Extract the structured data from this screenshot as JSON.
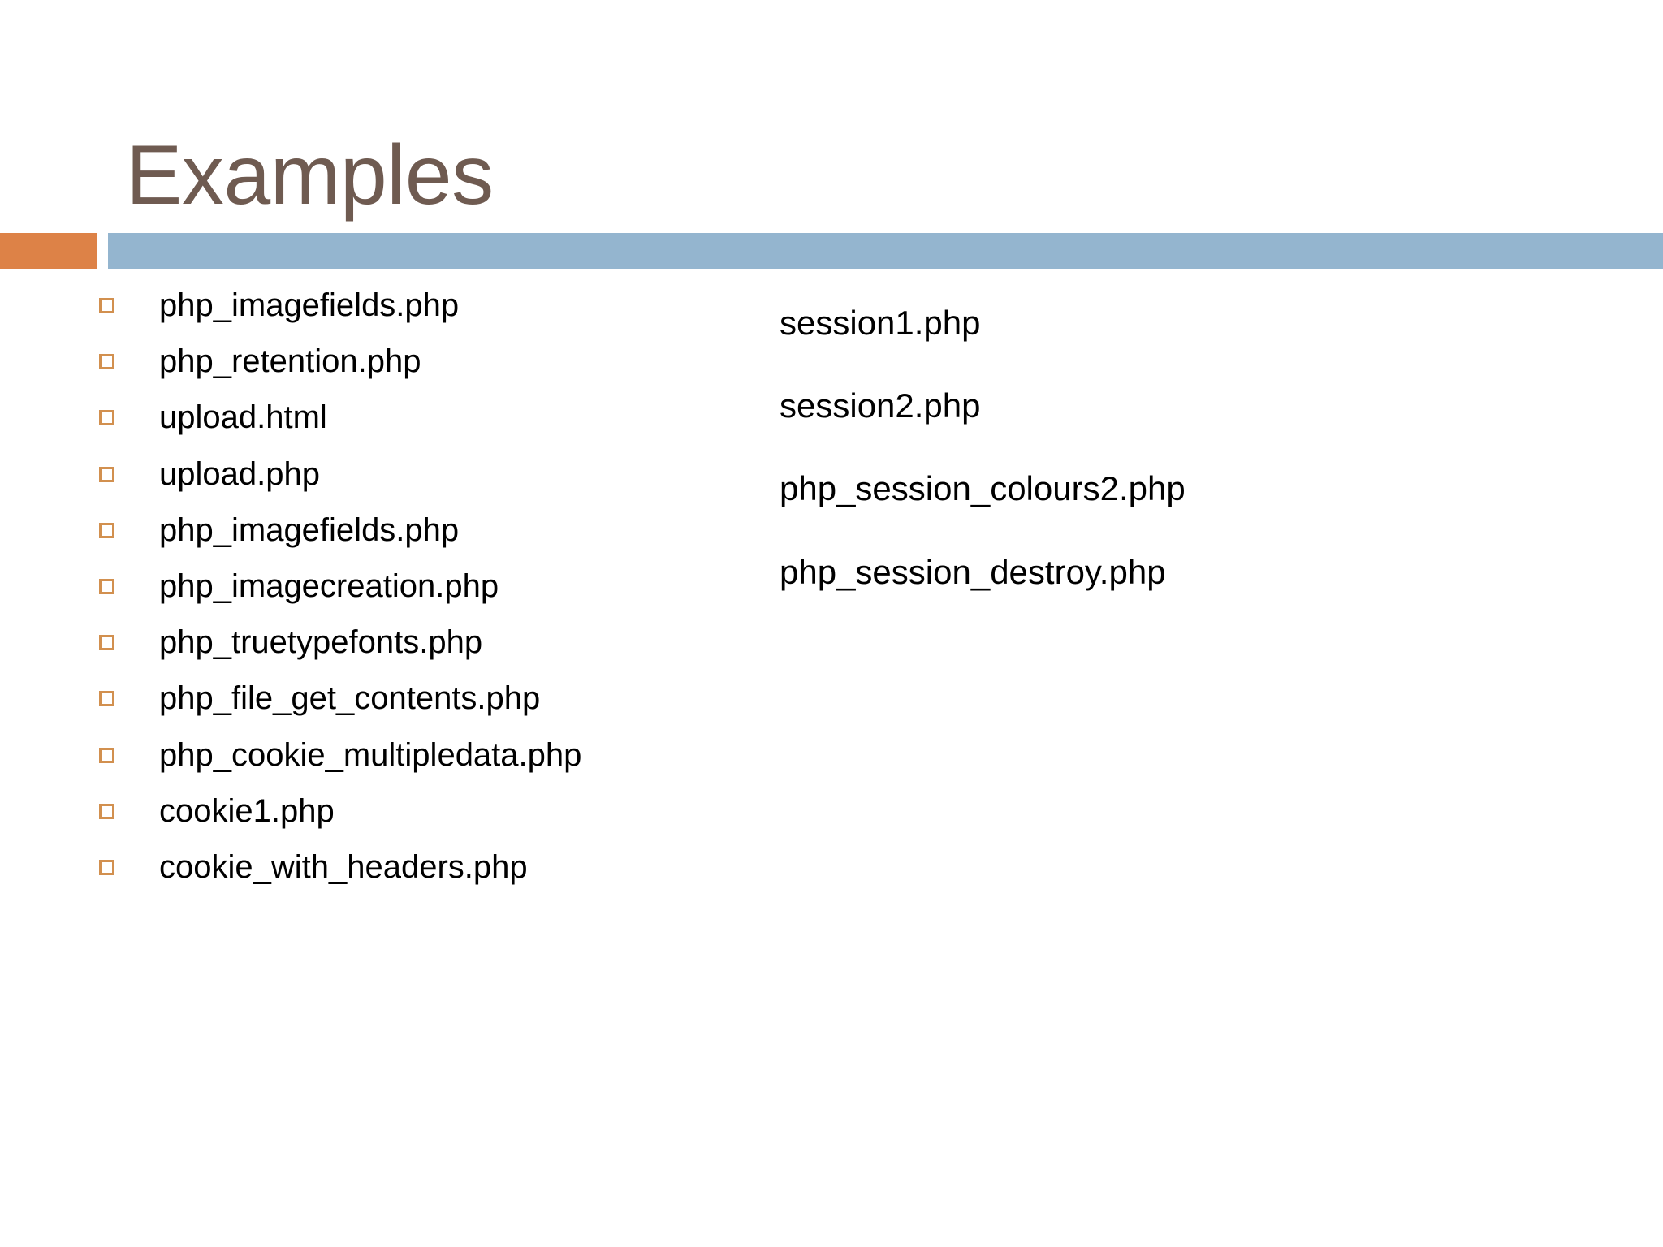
{
  "slide": {
    "title": "Examples",
    "title_color": "#6f5b51",
    "accent_bar_orange": "#dd8247",
    "accent_bar_blue": "#94b5cf",
    "bullet_marker_color": "#d2904f",
    "body_text_color": "#000000",
    "background": "#ffffff"
  },
  "left_column": {
    "bullet_glyph": "hollow-square",
    "items": [
      {
        "label": "php_imagefields.php"
      },
      {
        "label": "php_retention.php"
      },
      {
        "label": "upload.html"
      },
      {
        "label": "upload.php"
      },
      {
        "label": "php_imagefields.php"
      },
      {
        "label": "php_imagecreation.php"
      },
      {
        "label": "php_truetypefonts.php"
      },
      {
        "label": "php_file_get_contents.php"
      },
      {
        "label": "php_cookie_multipledata.php"
      },
      {
        "label": "cookie1.php"
      },
      {
        "label": "cookie_with_headers.php"
      }
    ]
  },
  "right_column": {
    "items": [
      {
        "label": "session1.php"
      },
      {
        "label": "session2.php"
      },
      {
        "label": "php_session_colours2.php"
      },
      {
        "label": "php_session_destroy.php"
      }
    ]
  }
}
